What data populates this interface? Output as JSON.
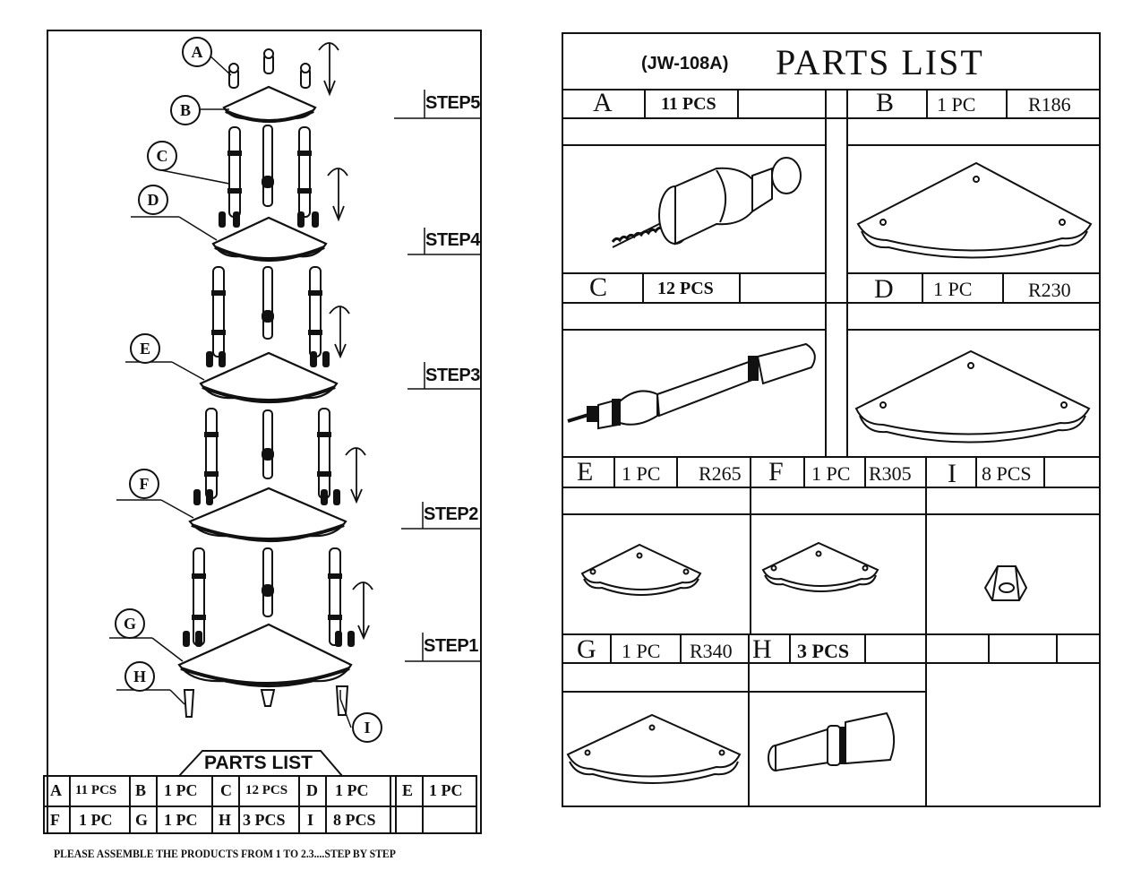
{
  "left": {
    "steps": [
      "STEP5",
      "STEP4",
      "STEP3",
      "STEP2",
      "STEP1"
    ],
    "callouts": [
      "A",
      "B",
      "C",
      "D",
      "E",
      "F",
      "G",
      "H",
      "I"
    ],
    "parts_list_title": "PARTS LIST",
    "table": [
      [
        {
          "letter": "A",
          "count": "11 PCS"
        },
        {
          "letter": "B",
          "count": "1 PC"
        },
        {
          "letter": "C",
          "count": "12 PCS"
        },
        {
          "letter": "D",
          "count": "1 PC"
        },
        {
          "letter": "E",
          "count": "1 PC"
        }
      ],
      [
        {
          "letter": "F",
          "count": "1 PC"
        },
        {
          "letter": "G",
          "count": "1 PC"
        },
        {
          "letter": "H",
          "count": "3 PCS"
        },
        {
          "letter": "I",
          "count": "8 PCS"
        },
        {
          "letter": "",
          "count": ""
        }
      ]
    ],
    "footer": "PLEASE ASSEMBLE THE PRODUCTS FROM 1 TO 2.3....STEP BY STEP"
  },
  "right": {
    "model": "(JW-108A)",
    "title": "PARTS LIST",
    "parts": {
      "A": {
        "letter": "A",
        "count": "11 PCS",
        "size": ""
      },
      "B": {
        "letter": "B",
        "count": "1 PC",
        "size": "R186"
      },
      "C": {
        "letter": "C",
        "count": "12 PCS",
        "size": ""
      },
      "D": {
        "letter": "D",
        "count": "1 PC",
        "size": "R230"
      },
      "E": {
        "letter": "E",
        "count": "1 PC",
        "size": "R265"
      },
      "F": {
        "letter": "F",
        "count": "1 PC",
        "size": "R305"
      },
      "I": {
        "letter": "I",
        "count": "8 PCS",
        "size": ""
      },
      "G": {
        "letter": "G",
        "count": "1 PC",
        "size": "R340"
      },
      "H": {
        "letter": "H",
        "count": "3 PCS",
        "size": ""
      }
    }
  }
}
